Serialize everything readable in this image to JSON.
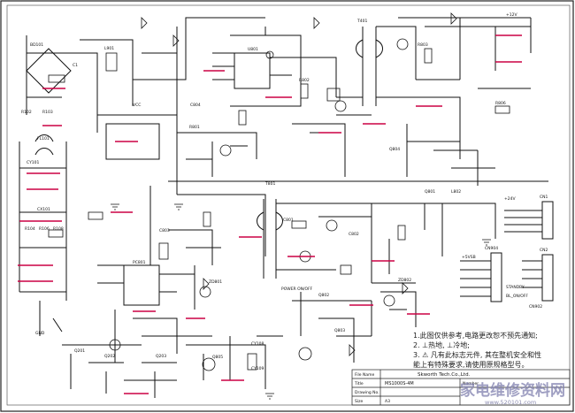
{
  "schematic": {
    "colors": {
      "wire": "#111111",
      "label": "#cc0044",
      "border": "#222222"
    },
    "part_labels": [
      {
        "id": "BD101",
        "text": "BD101"
      },
      {
        "id": "L901",
        "text": "L901"
      },
      {
        "id": "C1",
        "text": "C1"
      },
      {
        "id": "CY101",
        "text": "CY101"
      },
      {
        "id": "CX101",
        "text": "CX101"
      },
      {
        "id": "FL101",
        "text": "FL101"
      },
      {
        "id": "R102",
        "text": "R102"
      },
      {
        "id": "R103",
        "text": "R103"
      },
      {
        "id": "R104",
        "text": "R104"
      },
      {
        "id": "R106",
        "text": "R106"
      },
      {
        "id": "R108",
        "text": "R108"
      },
      {
        "id": "U801",
        "text": "U801"
      },
      {
        "id": "T401",
        "text": "T401"
      },
      {
        "id": "T801",
        "text": "T801"
      },
      {
        "id": "Q801",
        "text": "Q801"
      },
      {
        "id": "Q802",
        "text": "Q802"
      },
      {
        "id": "Q803",
        "text": "Q803"
      },
      {
        "id": "Q804",
        "text": "Q804"
      },
      {
        "id": "Q805",
        "text": "Q805"
      },
      {
        "id": "L802",
        "text": "L802"
      },
      {
        "id": "CN1",
        "text": "CN1"
      },
      {
        "id": "CN2",
        "text": "CN2"
      },
      {
        "id": "CN904",
        "text": "CN904"
      },
      {
        "id": "CN902",
        "text": "CN902"
      },
      {
        "id": "ZD801",
        "text": "ZD801"
      },
      {
        "id": "ZD802",
        "text": "ZD802"
      },
      {
        "id": "C801",
        "text": "C801"
      },
      {
        "id": "C802",
        "text": "C802"
      },
      {
        "id": "C803",
        "text": "C803"
      },
      {
        "id": "C804",
        "text": "C804"
      },
      {
        "id": "PC801",
        "text": "PC801"
      },
      {
        "id": "R801",
        "text": "R801"
      },
      {
        "id": "R802",
        "text": "R802"
      },
      {
        "id": "R803",
        "text": "R803"
      },
      {
        "id": "R806",
        "text": "R806"
      },
      {
        "id": "Q201",
        "text": "Q201"
      },
      {
        "id": "Q202",
        "text": "Q202"
      },
      {
        "id": "Q203",
        "text": "Q203"
      },
      {
        "id": "CY108",
        "text": "CY108"
      },
      {
        "id": "CY109",
        "text": "CY109"
      }
    ],
    "net_labels": [
      {
        "id": "n12v",
        "text": "+12V"
      },
      {
        "id": "n24v",
        "text": "+24V"
      },
      {
        "id": "n5vsb",
        "text": "+5VSB"
      },
      {
        "id": "nvcc",
        "text": "VCC"
      },
      {
        "id": "ngnd",
        "text": "GND"
      },
      {
        "id": "npwr",
        "text": "POWER ON/OFF"
      },
      {
        "id": "nblon",
        "text": "BL_ON/OFF"
      },
      {
        "id": "nstb",
        "text": "STANDBY"
      }
    ],
    "title_block": {
      "company": "Skworth Tech.Co.,Ltd.",
      "field_title": "Title",
      "field_number": "Number",
      "field_size": "Size",
      "field_drawing": "Drawing No.",
      "field_file": "File Name",
      "file_value": "MS1000S-4M",
      "size_value": "A3"
    },
    "notes": [
      "1.此图仅供参考,电路更改恕不预先通知;",
      "2. ⊥热地,  ⊥冷地;",
      "3. ⚠ 凡有此标志元件, 其在整机安全和性",
      "能上有特殊要求,请使用原规格型号。"
    ],
    "watermark": {
      "text": "家电维修资料网",
      "url": "www.520101.com"
    }
  }
}
